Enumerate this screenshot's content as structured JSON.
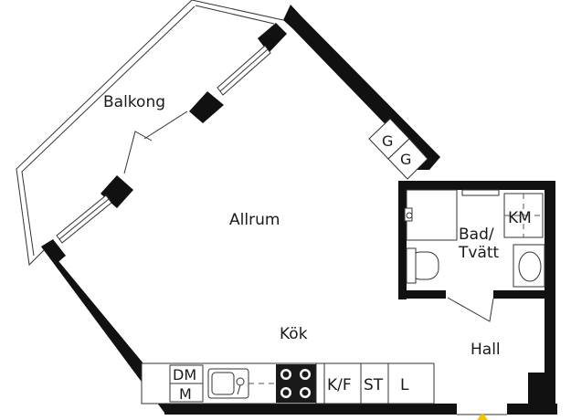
{
  "rooms": {
    "balkong": "Balkong",
    "allrum": "Allrum",
    "kok": "Kök",
    "bad_line1": "Bad/",
    "bad_line2": "Tvätt",
    "hall": "Hall"
  },
  "fixtures": {
    "garderob_1": "G",
    "garderob_2": "G",
    "km": "KM",
    "dm_line1": "DM",
    "dm_line2": "M",
    "kf": "K/F",
    "st": "ST",
    "l": "L"
  },
  "colors": {
    "wall": "#111111",
    "entrance_marker": "#f2c400"
  }
}
